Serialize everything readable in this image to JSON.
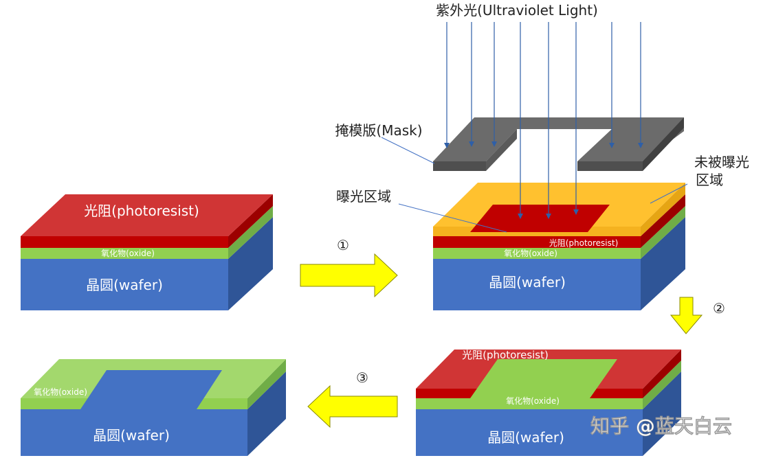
{
  "labels": {
    "uv_light": "紫外光(Ultraviolet Light)",
    "mask": "掩模版(Mask)",
    "exposed_area": "曝光区域",
    "unexposed_line1": "未被曝光",
    "unexposed_line2": "区域"
  },
  "block1": {
    "photoresist": "光阻(photoresist)",
    "oxide": "氧化物(oxide)",
    "wafer": "晶圆(wafer)"
  },
  "block2": {
    "photoresist": "光阻(photoresist)",
    "oxide": "氧化物(oxide)",
    "wafer": "晶圆(wafer)"
  },
  "block3": {
    "photoresist": "光阻(photoresist)",
    "oxide": "氧化物(oxide)",
    "wafer": "晶圆(wafer)"
  },
  "block4": {
    "oxide": "氧化物(oxide)",
    "wafer": "晶圆(wafer)"
  },
  "steps": {
    "s1": "①",
    "s2": "②",
    "s3": "③"
  },
  "watermark": "知乎 @蓝天白云",
  "colors": {
    "photoresist_red": "#d03535",
    "photoresist_dark": "#c00000",
    "exposed_yellow": "#ffc12f",
    "oxide_green": "#92d050",
    "wafer_blue": "#4472c4",
    "mask_gray": "#595959",
    "uv_arrow": "#2e5fa8",
    "step_arrow": "#ffff00"
  }
}
